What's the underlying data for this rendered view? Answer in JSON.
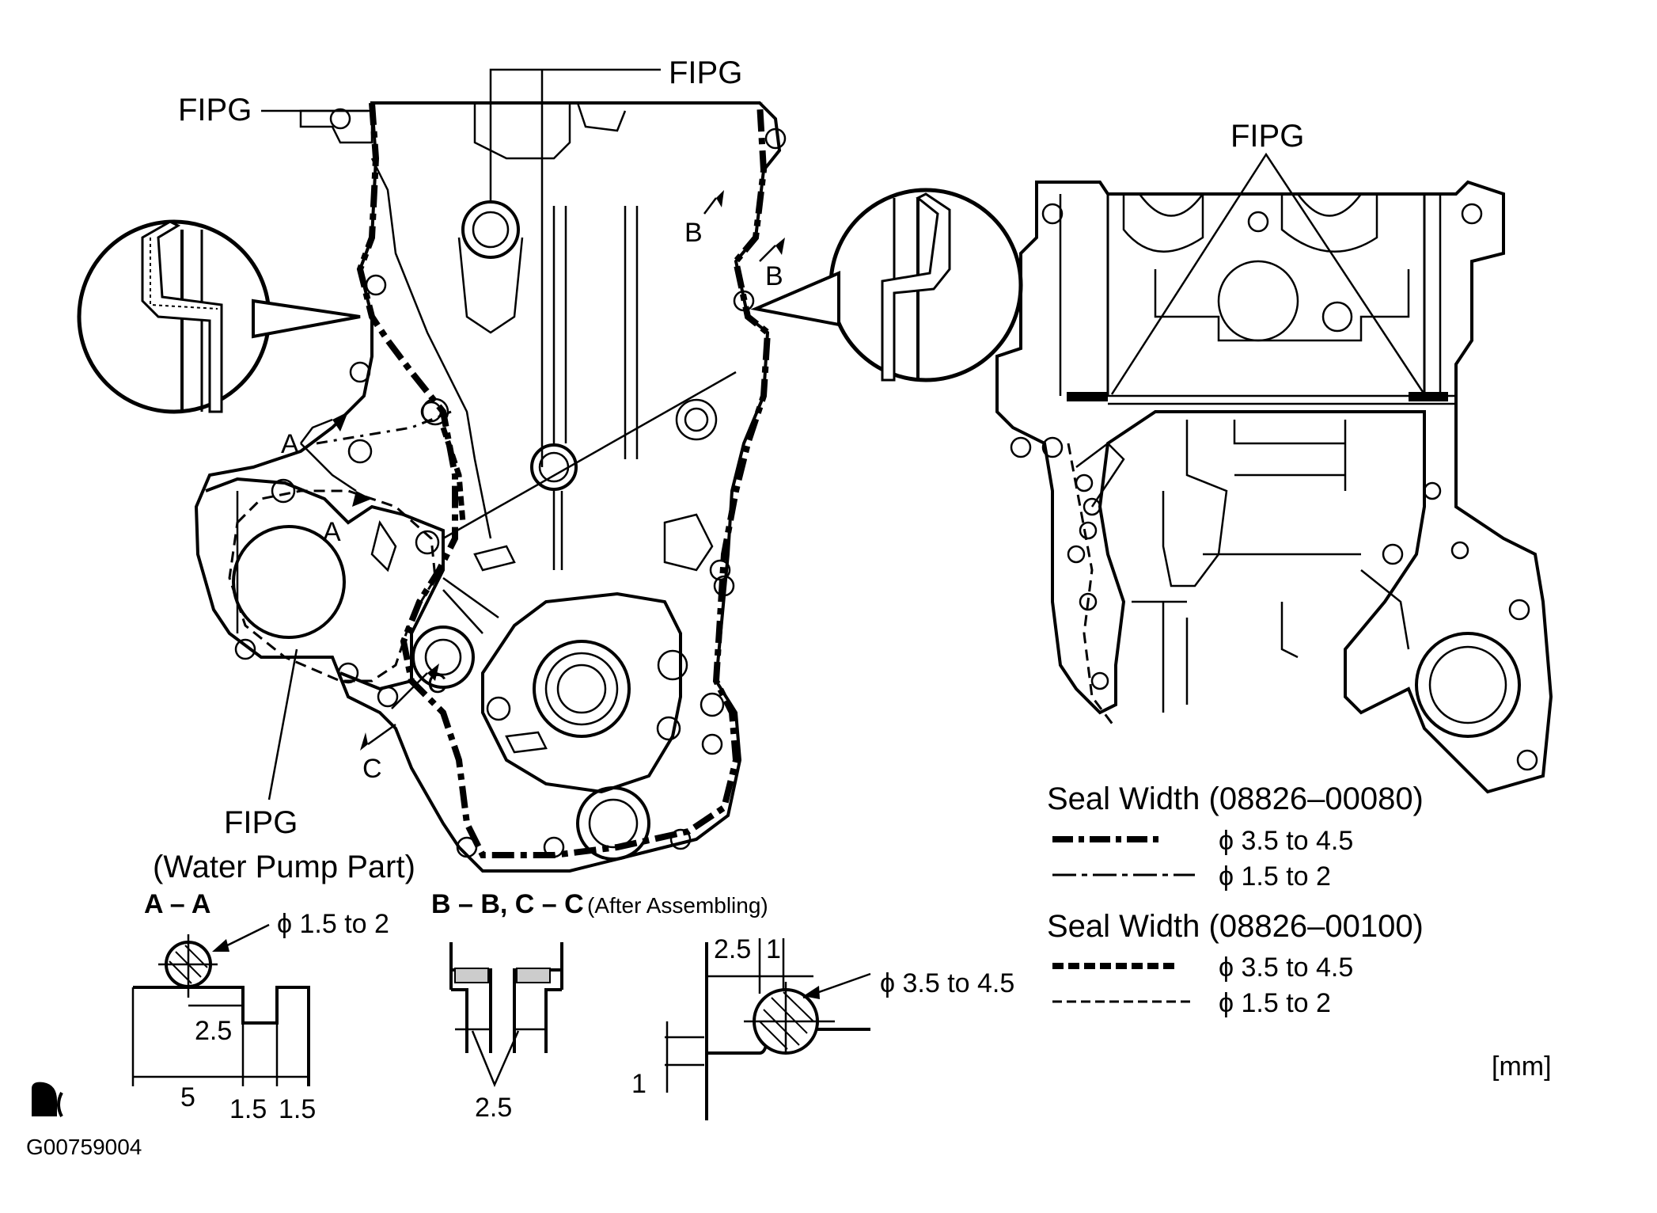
{
  "labels": {
    "fipg_top_left": "FIPG",
    "fipg_top_center": "FIPG",
    "fipg_right": "FIPG",
    "fipg_water_pump": "FIPG",
    "water_pump_part": "(Water Pump Part)",
    "section_a_top": "A",
    "section_a_bottom": "A",
    "section_b_top": "B",
    "section_b_bottom": "B",
    "section_c_top": "C",
    "section_c_bottom": "C"
  },
  "section_aa": {
    "title": "A – A",
    "diameter": "ϕ 1.5 to 2",
    "dim_inner": "2.5",
    "dim_5": "5",
    "dim_15a": "1.5",
    "dim_15b": "1.5"
  },
  "section_bb": {
    "title": "B – B, C – C",
    "subtitle": "(After Assembling)",
    "dim": "2.5"
  },
  "section_bead": {
    "dim_25": "2.5",
    "dim_1_top": "1",
    "dim_1_left": "1",
    "diameter": "ϕ 3.5 to 4.5"
  },
  "legend": {
    "group1_title": "Seal Width (08826–00080)",
    "group1_line1": "ϕ 3.5 to 4.5",
    "group1_line2": "ϕ 1.5 to 2",
    "group2_title": "Seal Width (08826–00100)",
    "group2_line1": "ϕ 3.5 to 4.5",
    "group2_line2": "ϕ 1.5 to 2"
  },
  "units": "[mm]",
  "figure_id": "G00759004"
}
